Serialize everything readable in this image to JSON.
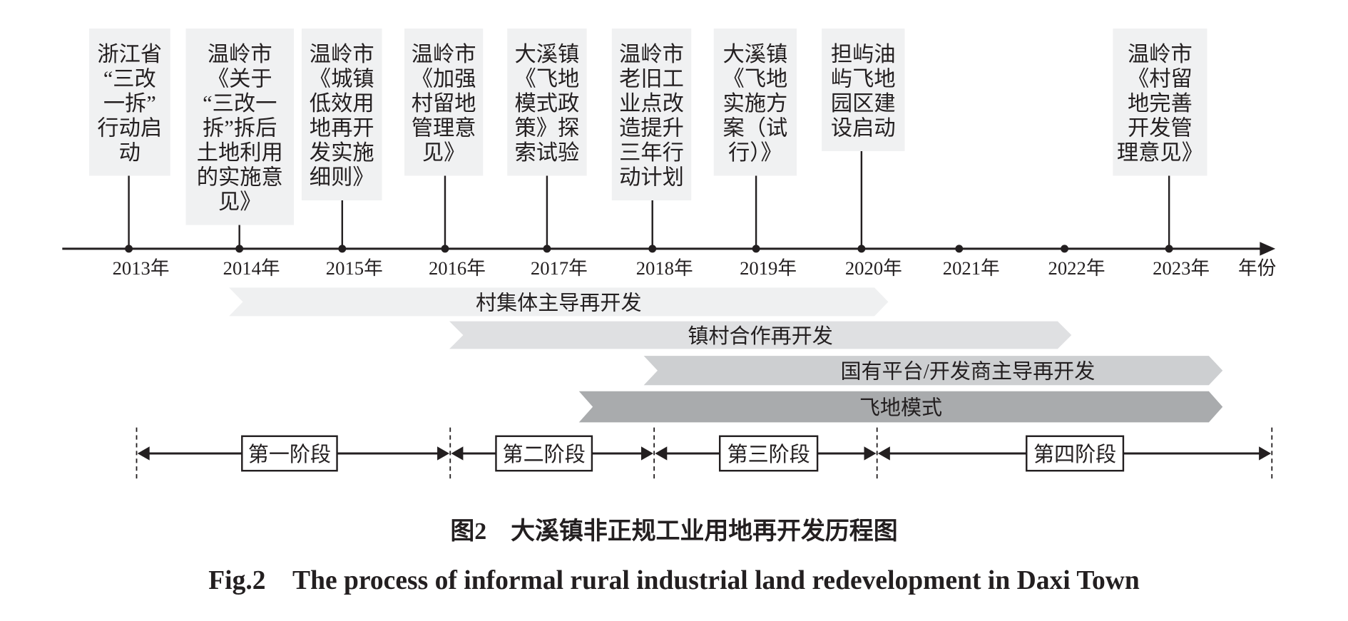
{
  "axis": {
    "unit_label": "年份",
    "years": [
      "2013年",
      "2014年",
      "2015年",
      "2016年",
      "2017年",
      "2018年",
      "2019年",
      "2020年",
      "2021年",
      "2022年",
      "2023年"
    ]
  },
  "events": [
    {
      "year": "2013年",
      "lines": [
        "浙江省",
        "“三改",
        "一拆”",
        "行动启",
        "动"
      ]
    },
    {
      "year": "2014年",
      "lines": [
        "温岭市",
        "《关于",
        "“三改一",
        "拆”拆后",
        "土地利用",
        "的实施意",
        "见》"
      ]
    },
    {
      "year": "2015年",
      "lines": [
        "温岭市",
        "《城镇",
        "低效用",
        "地再开",
        "发实施",
        "细则》"
      ]
    },
    {
      "year": "2016年",
      "lines": [
        "温岭市",
        "《加强",
        "村留地",
        "管理意",
        "见》"
      ]
    },
    {
      "year": "2017年",
      "lines": [
        "大溪镇",
        "《飞地",
        "模式政",
        "策》探",
        "索试验"
      ]
    },
    {
      "year": "2018年",
      "lines": [
        "温岭市",
        "老旧工",
        "业点改",
        "造提升",
        "三年行",
        "动计划"
      ]
    },
    {
      "year": "2019年",
      "lines": [
        "大溪镇",
        "《飞地",
        "实施方",
        "案（试",
        "行）》"
      ]
    },
    {
      "year": "2020年",
      "lines": [
        "担屿油",
        "屿飞地",
        "园区建",
        "设启动"
      ]
    },
    {
      "year": "2023年",
      "lines": [
        "温岭市",
        "《村留",
        "地完善",
        "开发管",
        "理意见》"
      ]
    }
  ],
  "modes": [
    {
      "label": "村集体主导再开发",
      "start": 2014,
      "end": 2020,
      "color": "#eff0f1"
    },
    {
      "label": "镇村合作再开发",
      "start": 2016,
      "end": 2022,
      "color": "#dfe0e2"
    },
    {
      "label": "国有平台/开发商主导再开发",
      "start": 2018,
      "end": 2023.5,
      "color": "#cdcfd1"
    },
    {
      "label": "飞地模式",
      "start": 2017.3,
      "end": 2023.5,
      "color": "#a9abad"
    }
  ],
  "phases": [
    {
      "label": "第一阶段"
    },
    {
      "label": "第二阶段"
    },
    {
      "label": "第三阶段"
    },
    {
      "label": "第四阶段"
    }
  ],
  "caption": {
    "cn": "图2　大溪镇非正规工业用地再开发历程图",
    "en": "Fig.2　The process of informal rural industrial land redevelopment in Daxi Town"
  }
}
